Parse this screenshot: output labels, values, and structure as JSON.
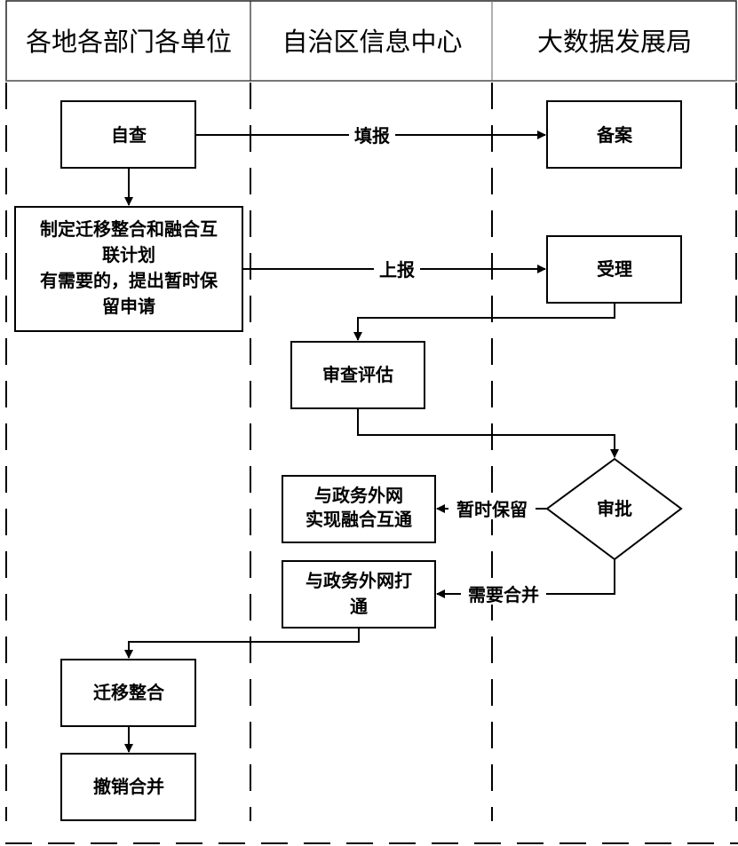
{
  "diagram": {
    "type": "swimlane-flowchart",
    "lanes": [
      {
        "id": "lane-local",
        "title": "各地各部门各单位"
      },
      {
        "id": "lane-info-center",
        "title": "自治区信息中心"
      },
      {
        "id": "lane-bigdata",
        "title": "大数据发展局"
      }
    ],
    "nodes": {
      "self_check": {
        "shape": "process",
        "lane": "lane-local",
        "lines": [
          "自查"
        ]
      },
      "plan": {
        "shape": "process",
        "lane": "lane-local",
        "lines": [
          "制定迁移整合和融合互",
          "联计划",
          "有需要的，提出暂时保",
          "留申请"
        ]
      },
      "filing": {
        "shape": "process",
        "lane": "lane-bigdata",
        "lines": [
          "备案"
        ]
      },
      "accept": {
        "shape": "process",
        "lane": "lane-bigdata",
        "lines": [
          "受理"
        ]
      },
      "review": {
        "shape": "process",
        "lane": "lane-info-center",
        "lines": [
          "审查评估"
        ]
      },
      "approve": {
        "shape": "decision",
        "lane": "lane-bigdata",
        "lines": [
          "审批"
        ]
      },
      "interconnect": {
        "shape": "process",
        "lane": "lane-info-center",
        "lines": [
          "与政务外网",
          "实现融合互通"
        ]
      },
      "connect": {
        "shape": "process",
        "lane": "lane-info-center",
        "lines": [
          "与政务外网打",
          "通"
        ]
      },
      "migrate": {
        "shape": "process",
        "lane": "lane-local",
        "lines": [
          "迁移整合"
        ]
      },
      "revoke": {
        "shape": "process",
        "lane": "lane-local",
        "lines": [
          "撤销合并"
        ]
      }
    },
    "edges": [
      {
        "from": "self_check",
        "to": "filing",
        "label": "填报"
      },
      {
        "from": "self_check",
        "to": "plan",
        "label": ""
      },
      {
        "from": "plan",
        "to": "accept",
        "label": "上报"
      },
      {
        "from": "accept",
        "to": "review",
        "label": ""
      },
      {
        "from": "review",
        "to": "approve",
        "label": ""
      },
      {
        "from": "approve",
        "to": "interconnect",
        "label": "暂时保留"
      },
      {
        "from": "approve",
        "to": "connect",
        "label": "需要合并"
      },
      {
        "from": "connect",
        "to": "migrate",
        "label": ""
      },
      {
        "from": "migrate",
        "to": "revoke",
        "label": ""
      }
    ]
  }
}
